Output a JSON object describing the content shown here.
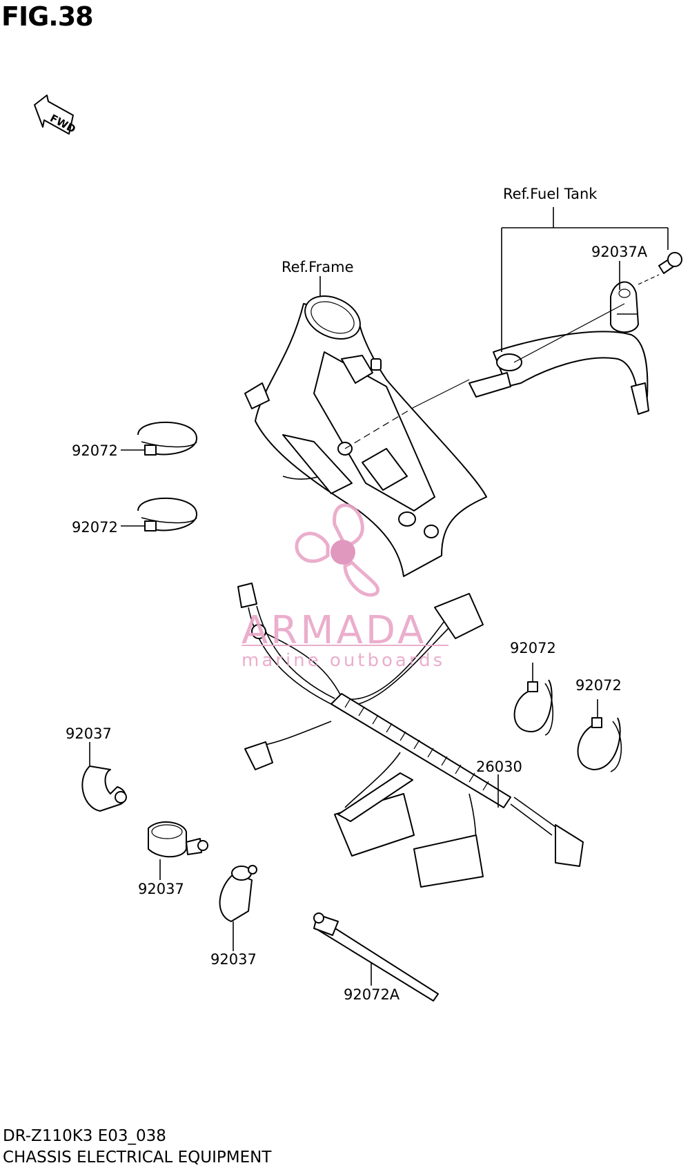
{
  "figure": {
    "title": "FIG.38",
    "model_code": "DR-Z110K3 E03_038",
    "section_title": "CHASSIS ELECTRICAL EQUIPMENT"
  },
  "direction_marker": {
    "label": "FWD",
    "icon": "fwd-arrow-icon"
  },
  "reference_labels": {
    "frame": "Ref.Frame",
    "fuel_tank": "Ref.Fuel Tank"
  },
  "parts": {
    "clamp_a": "92037A",
    "band_upper": "92072",
    "band_middle": "92072",
    "band_right_1": "92072",
    "band_right_2": "92072",
    "clamp_1": "92037",
    "clamp_2": "92037",
    "clamp_3": "92037",
    "wire_harness": "26030",
    "band_a": "92072A"
  },
  "watermark": {
    "brand": "ARMADA",
    "tagline": "marine outboards",
    "icon": "propeller-logo-icon",
    "color": "#e9a6c8",
    "accent": "#dd8db8"
  }
}
